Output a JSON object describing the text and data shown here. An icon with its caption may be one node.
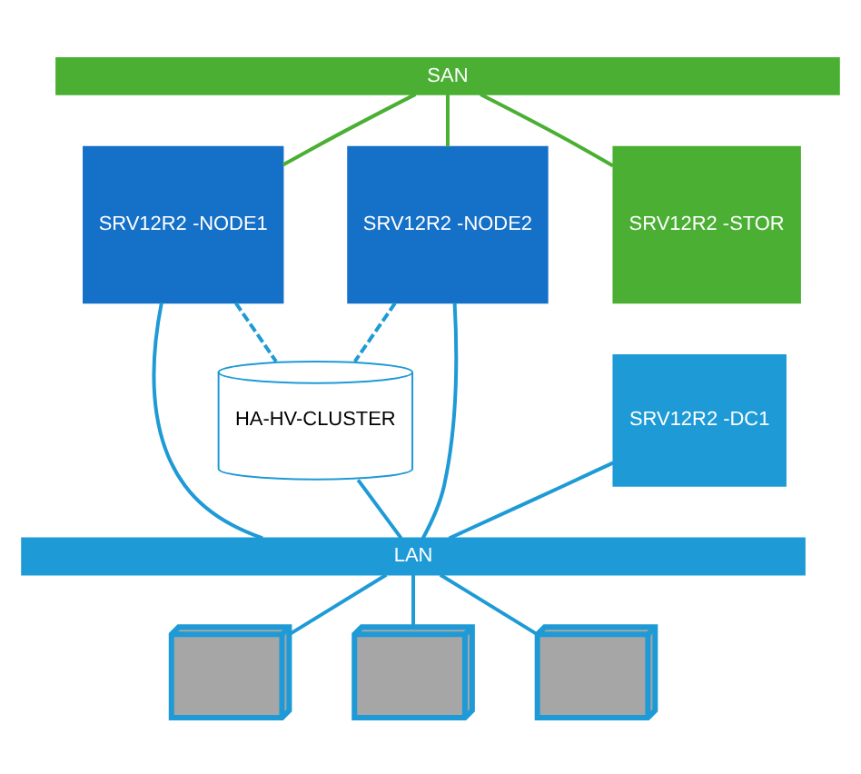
{
  "diagram": {
    "nodes": [
      {
        "text": [
          "SAN"
        ]
      },
      {
        "text": [
          "SRV12R2 -NODE1"
        ]
      },
      {
        "text": [
          "SRV12R2 -NODE2"
        ]
      },
      {
        "text": [
          "SRV12R2 -STOR"
        ]
      },
      {
        "text": [
          "HA-HV-CLUSTER"
        ]
      },
      {
        "text": [
          "SRV12R2 -DC1"
        ]
      },
      {
        "text": [
          "LAN"
        ]
      },
      {
        "text": [],
        "shape": "computer"
      },
      {
        "text": [],
        "shape": "computer"
      },
      {
        "text": [],
        "shape": "computer"
      }
    ],
    "edges": [
      {
        "from": 0,
        "to": 1,
        "arrow": "none",
        "color": "#4aaf32"
      },
      {
        "from": 0,
        "to": 2,
        "arrow": "none",
        "color": "#4aaf32"
      },
      {
        "from": 0,
        "to": 3,
        "arrow": "none",
        "color": "#4aaf32"
      },
      {
        "from": 1,
        "to": 4,
        "arrow": "none",
        "style": "dashed"
      },
      {
        "from": 2,
        "to": 4,
        "arrow": "none",
        "style": "dashed"
      },
      {
        "from": 1,
        "to": 6,
        "arrow": "none"
      },
      {
        "from": 4,
        "to": 6,
        "arrow": "none"
      },
      {
        "from": 2,
        "to": 6,
        "arrow": "none"
      },
      {
        "from": 5,
        "to": 6,
        "arrow": "none"
      },
      {
        "from": 6,
        "to": 7,
        "arrow": "none"
      },
      {
        "from": 6,
        "to": 8,
        "arrow": "none"
      },
      {
        "from": 6,
        "to": 9,
        "arrow": "none"
      }
    ]
  }
}
